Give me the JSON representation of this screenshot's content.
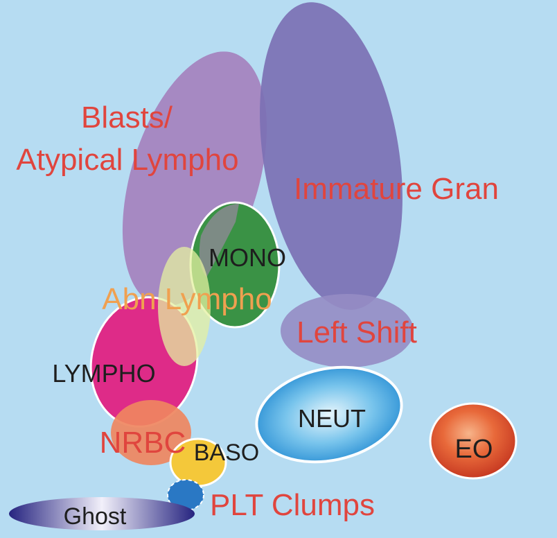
{
  "colors": {
    "background": "#b6dcf2",
    "red_label": "#e0453e",
    "orange_label": "#f0a050",
    "dark_label": "#1e1e1e",
    "white_label": "#ffffff"
  },
  "clusters": {
    "blasts": {
      "line1": "Blasts/",
      "line2": "Atypical Lympho",
      "color": "#a480bc"
    },
    "immature_gran": {
      "label": "Immature Gran",
      "color": "#7c70b4"
    },
    "mono": {
      "label": "MONO",
      "color": "#3a9245"
    },
    "abn_lympho": {
      "label": "Abn Lympho",
      "color": "#e4f0a0"
    },
    "left_shift": {
      "label": "Left Shift",
      "color": "#958cc4"
    },
    "lympho": {
      "label": "LYMPHO",
      "color": "#de2b88"
    },
    "neut": {
      "label": "NEUT",
      "color": "#3aa0dc"
    },
    "eo": {
      "label": "EO",
      "color": "#d2442a"
    },
    "nrbc": {
      "label": "NRBC",
      "color": "#ef8560"
    },
    "baso": {
      "label": "BASO",
      "color": "#f4c83a"
    },
    "plt_clumps": {
      "label": "PLT Clumps",
      "color": "#2a78c4"
    },
    "ghost": {
      "label": "Ghost",
      "color": "#2a288a"
    }
  }
}
